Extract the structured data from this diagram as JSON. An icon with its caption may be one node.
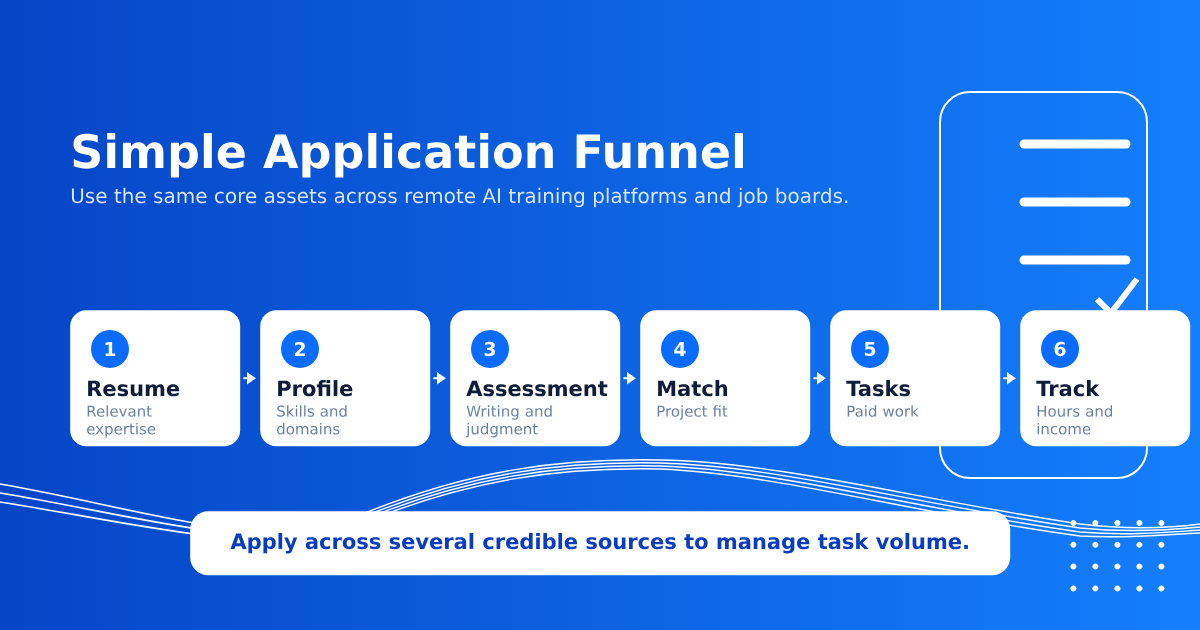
{
  "diagram": {
    "title": "Simple Application Funnel",
    "nodes": [
      {
        "text": [
          "Resume",
          "Relevant expertise"
        ]
      },
      {
        "text": [
          "1"
        ],
        "in": 0
      },
      {
        "text": [
          "Profile",
          "Skills and domains"
        ]
      },
      {
        "text": [
          "2"
        ],
        "in": 2
      },
      {
        "text": [
          "Assessment",
          "Writing and judgment"
        ]
      },
      {
        "text": [
          "3"
        ],
        "in": 4
      },
      {
        "text": [
          "Match",
          "Project fit"
        ]
      },
      {
        "text": [
          "4"
        ],
        "in": 6
      },
      {
        "text": [
          "Tasks",
          "Paid work"
        ]
      },
      {
        "text": [
          "5"
        ],
        "in": 8
      },
      {
        "text": [
          "Track",
          "Hours and income"
        ]
      },
      {
        "text": [
          "6"
        ],
        "in": 10
      },
      {
        "text": [
          "Apply across several credible sources to manage task volume."
        ]
      }
    ],
    "edges": [
      {
        "from": 0,
        "to": 2,
        "arrow": "to"
      },
      {
        "from": 2,
        "to": 4,
        "arrow": "to"
      },
      {
        "from": 4,
        "to": 6,
        "arrow": "to"
      },
      {
        "from": 6,
        "to": 8,
        "arrow": "to"
      },
      {
        "from": 8,
        "to": 10,
        "arrow": "to"
      }
    ],
    "labels": [
      "Use the same core assets across remote AI training platforms and job boards."
    ]
  }
}
